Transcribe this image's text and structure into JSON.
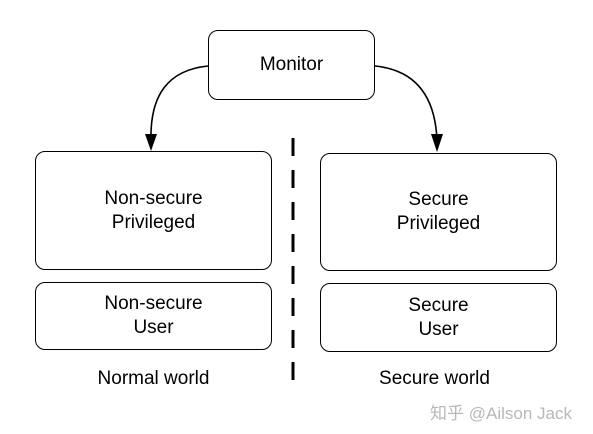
{
  "monitor": {
    "label": "Monitor"
  },
  "normal_world": {
    "privileged": {
      "line1": "Non-secure",
      "line2": "Privileged"
    },
    "user": {
      "line1": "Non-secure",
      "line2": "User"
    },
    "caption": "Normal world"
  },
  "secure_world": {
    "privileged": {
      "line1": "Secure",
      "line2": "Privileged"
    },
    "user": {
      "line1": "Secure",
      "line2": "User"
    },
    "caption": "Secure world"
  },
  "watermark": "知乎 @Ailson Jack",
  "colors": {
    "stroke": "#000000",
    "background": "#ffffff",
    "watermark": "#b8b8b8"
  }
}
